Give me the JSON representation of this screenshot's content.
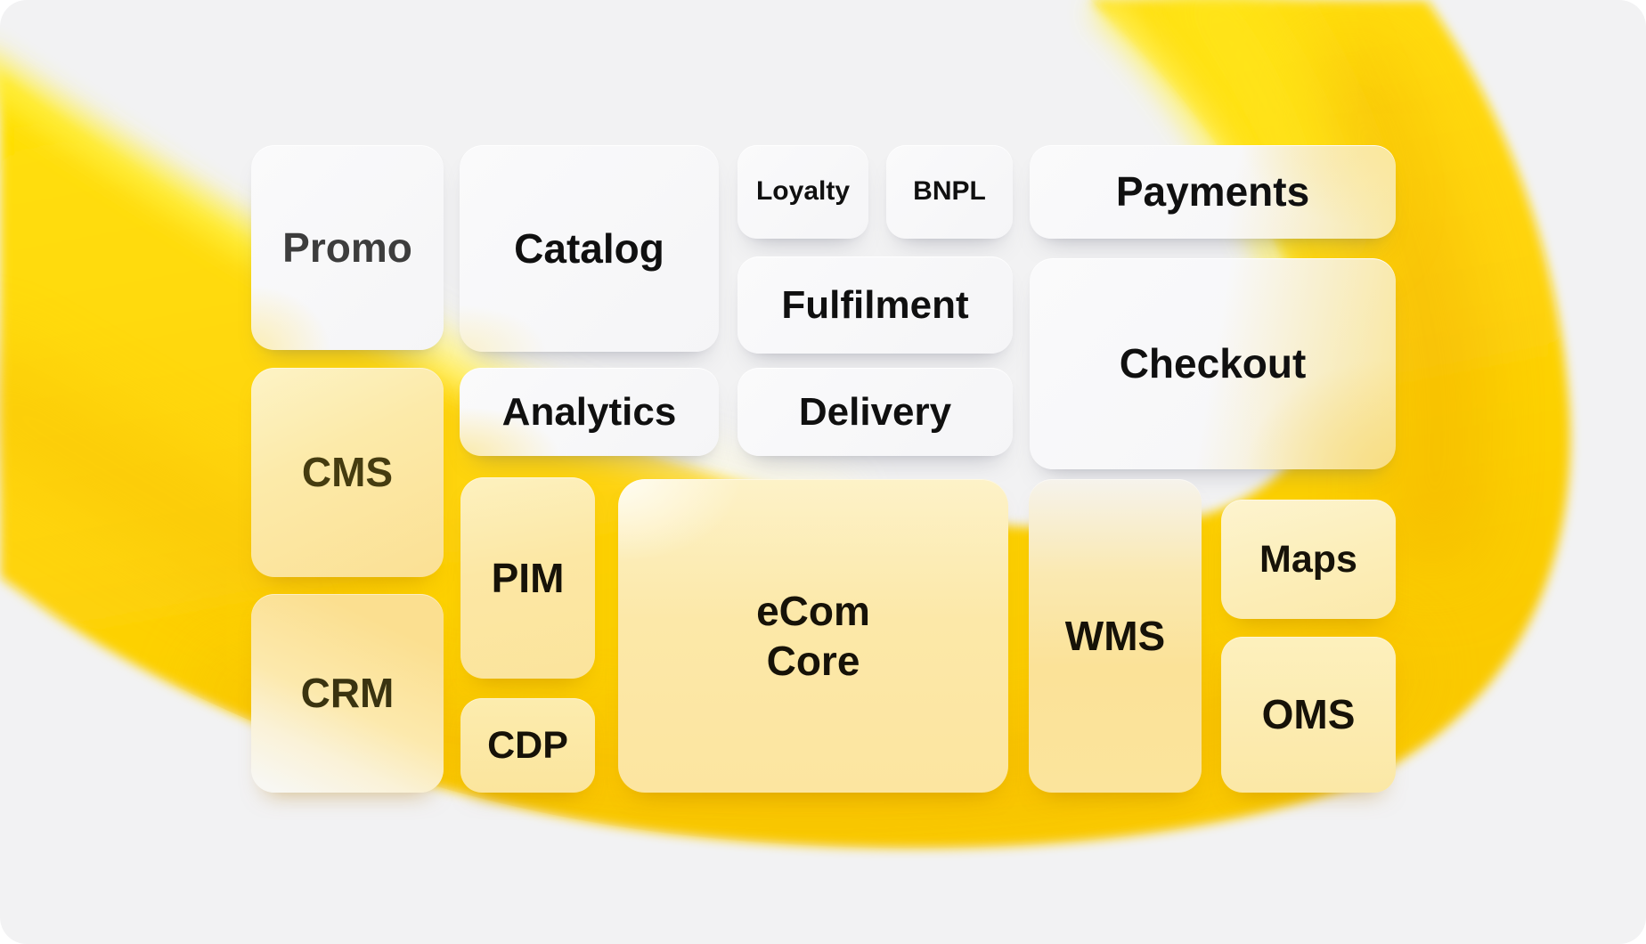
{
  "diagram": {
    "cards": {
      "promo": {
        "label": "Promo"
      },
      "catalog": {
        "label": "Catalog"
      },
      "loyalty": {
        "label": "Loyalty"
      },
      "bnpl": {
        "label": "BNPL"
      },
      "payments": {
        "label": "Payments"
      },
      "fulfilment": {
        "label": "Fulfilment"
      },
      "checkout": {
        "label": "Checkout"
      },
      "cms": {
        "label": "CMS"
      },
      "analytics": {
        "label": "Analytics"
      },
      "delivery": {
        "label": "Delivery"
      },
      "crm": {
        "label": "CRM"
      },
      "pim": {
        "label": "PIM"
      },
      "cdp": {
        "label": "CDP"
      },
      "ecom_core": {
        "label": "eCom\nCore"
      },
      "wms": {
        "label": "WMS"
      },
      "maps": {
        "label": "Maps"
      },
      "oms": {
        "label": "OMS"
      }
    },
    "colors": {
      "page_background": "#FFFFFF",
      "panel_background": "#F2F2F3",
      "card_white": "#F8F8F9",
      "card_yellow_tint": "#FCE49B",
      "swoosh_yellow": "#FFD60A",
      "swoosh_gold": "#F5B800",
      "swoosh_lemon": "#FFEE3D",
      "text_dark": "#101010",
      "text_gray": "#3D3D3D",
      "text_olive": "#453C10"
    }
  }
}
